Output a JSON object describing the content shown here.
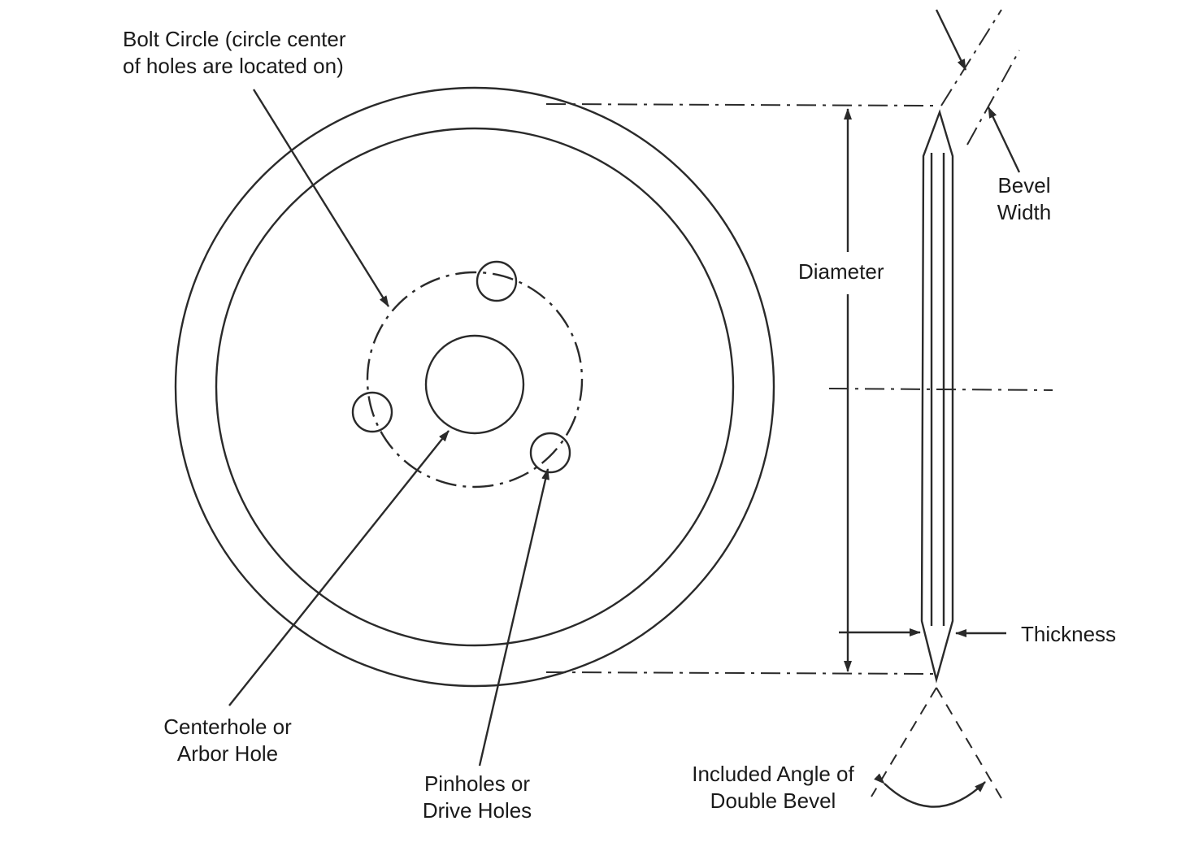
{
  "labels": {
    "bolt_circle": [
      "Bolt Circle (circle center",
      "of holes are located on)"
    ],
    "bevel_width": [
      "Bevel",
      "Width"
    ],
    "diameter": "Diameter",
    "thickness": "Thickness",
    "centerhole": [
      "Centerhole or",
      "Arbor Hole"
    ],
    "pinholes": [
      "Pinholes or",
      "Drive Holes"
    ],
    "included_angle": [
      "Included Angle of",
      "Double Bevel"
    ]
  },
  "colors": {
    "line": "#2a2a2a",
    "background": "#ffffff"
  }
}
